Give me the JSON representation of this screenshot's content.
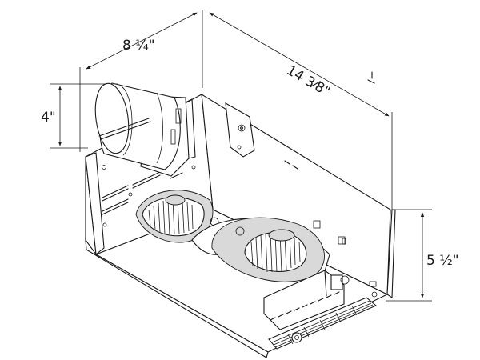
{
  "dimensions": {
    "width": "8 ¼\"",
    "length": "14 3⁄8\"",
    "duct_height": "4\"",
    "depth": "5 ½\""
  }
}
